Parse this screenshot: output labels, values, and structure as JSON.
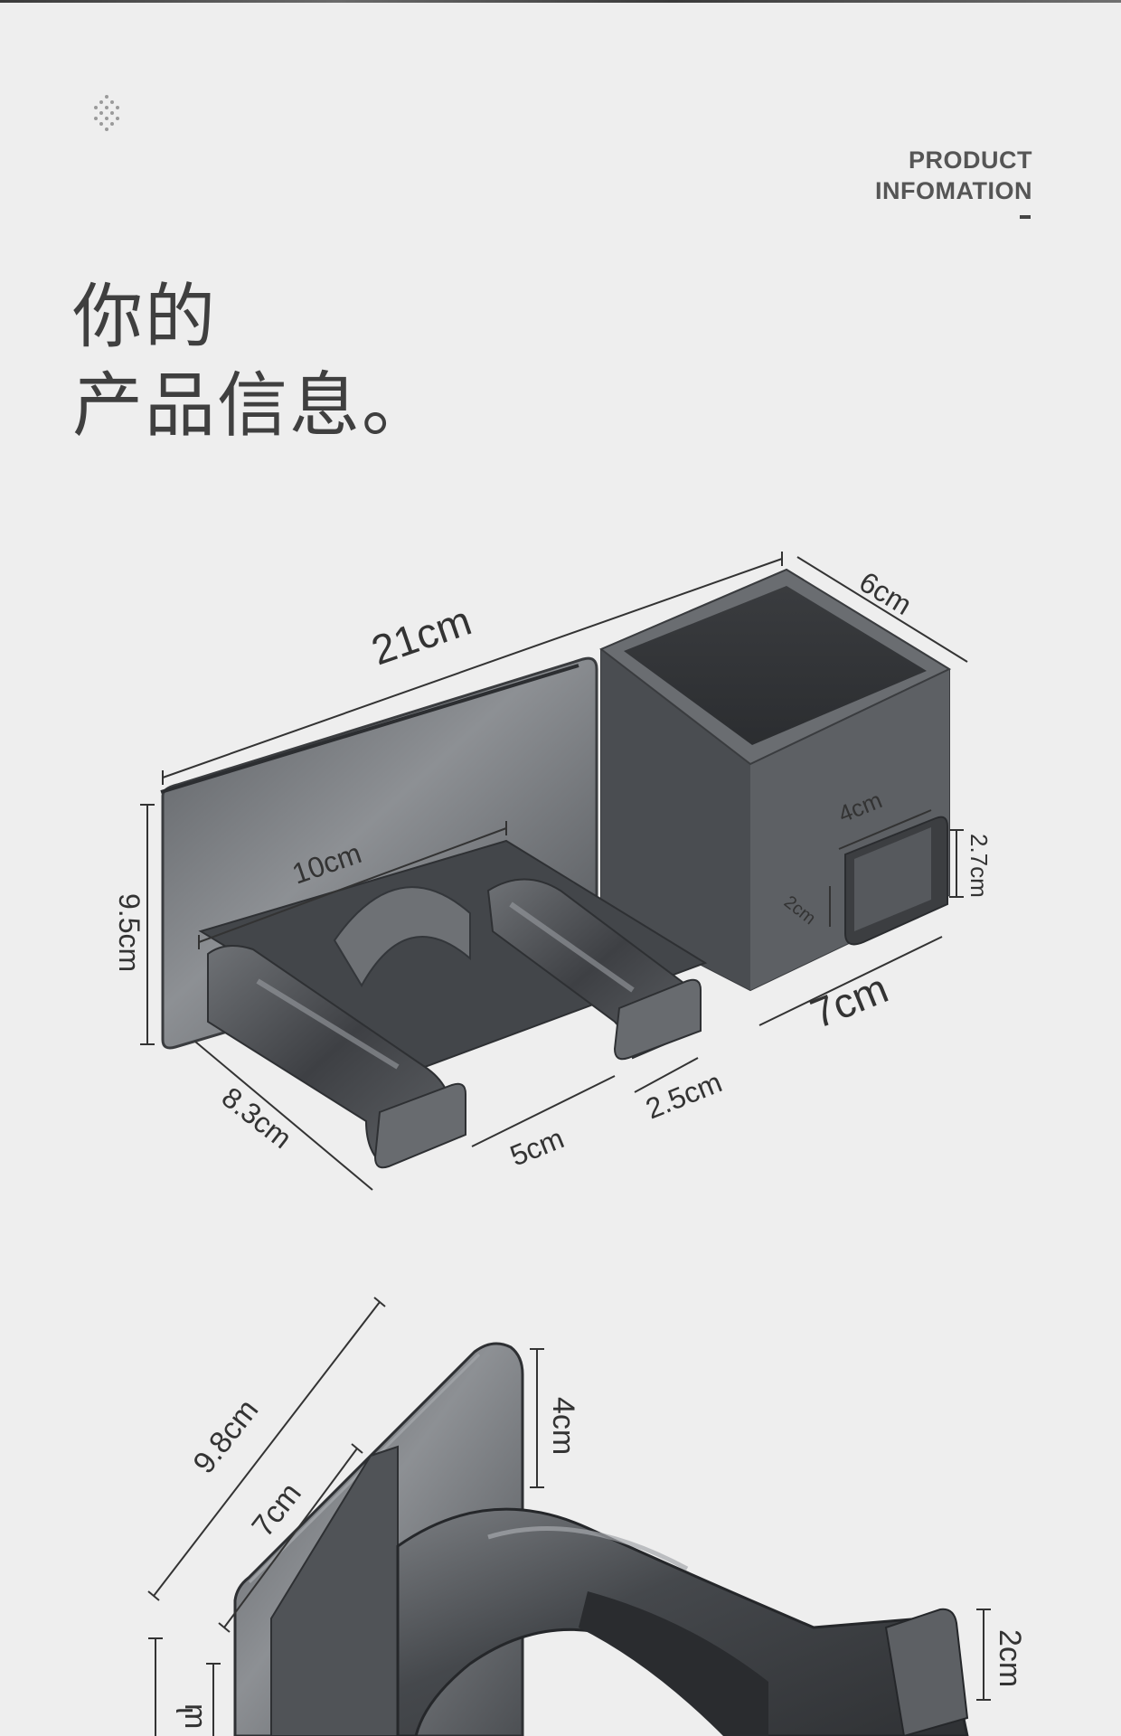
{
  "header": {
    "en_line1": "PRODUCT",
    "en_line2": "INFOMATION",
    "cn_line1": "你的",
    "cn_line2": "产品信息。"
  },
  "dimensions_main": {
    "length": "21cm",
    "depth": "6cm",
    "height": "9.5cm",
    "holder_width": "10cm",
    "hook_depth": "8.3cm",
    "gap": "5cm",
    "prong": "2.5cm",
    "cup_width": "7cm",
    "small_hook_width": "4cm",
    "small_hook_height": "2.7cm",
    "small_hook_depth": "2cm"
  },
  "dimensions_hook": {
    "total_length": "9.8cm",
    "arm_length": "7cm",
    "plate_height": "4cm",
    "tip_height": "2cm",
    "partial_left_a": "m",
    "partial_left_b": "ι"
  },
  "colors": {
    "background": "#eeeeee",
    "metal_dark": "#3b3d40",
    "metal_light": "#8c8f93",
    "text": "#3f3f3f"
  }
}
